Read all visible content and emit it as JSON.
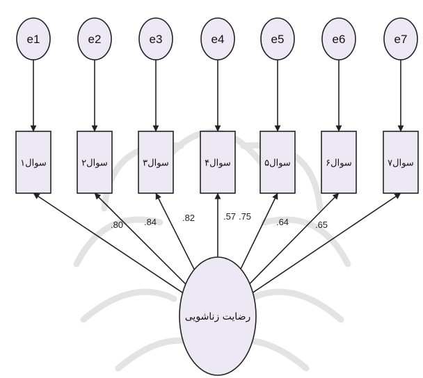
{
  "diagram": {
    "latent": {
      "label": "رضایت زناشویی"
    },
    "errors": [
      {
        "label": "e1"
      },
      {
        "label": "e2"
      },
      {
        "label": "e3"
      },
      {
        "label": "e4"
      },
      {
        "label": "e5"
      },
      {
        "label": "e6"
      },
      {
        "label": "e7"
      }
    ],
    "indicators": [
      {
        "label": "سوال۱",
        "loading": ".80"
      },
      {
        "label": "سوال۲",
        "loading": ".84"
      },
      {
        "label": "سوال۳",
        "loading": ".82"
      },
      {
        "label": "سوال۴",
        "loading": ".57"
      },
      {
        "label": "سوال۵",
        "loading": ".75"
      },
      {
        "label": "سوال۶",
        "loading": ".64"
      },
      {
        "label": "سوال۷",
        "loading": ".65"
      }
    ]
  },
  "colors": {
    "node_fill": "#ece8f4",
    "stroke": "#222222",
    "watermark": "#e3e3e3"
  }
}
